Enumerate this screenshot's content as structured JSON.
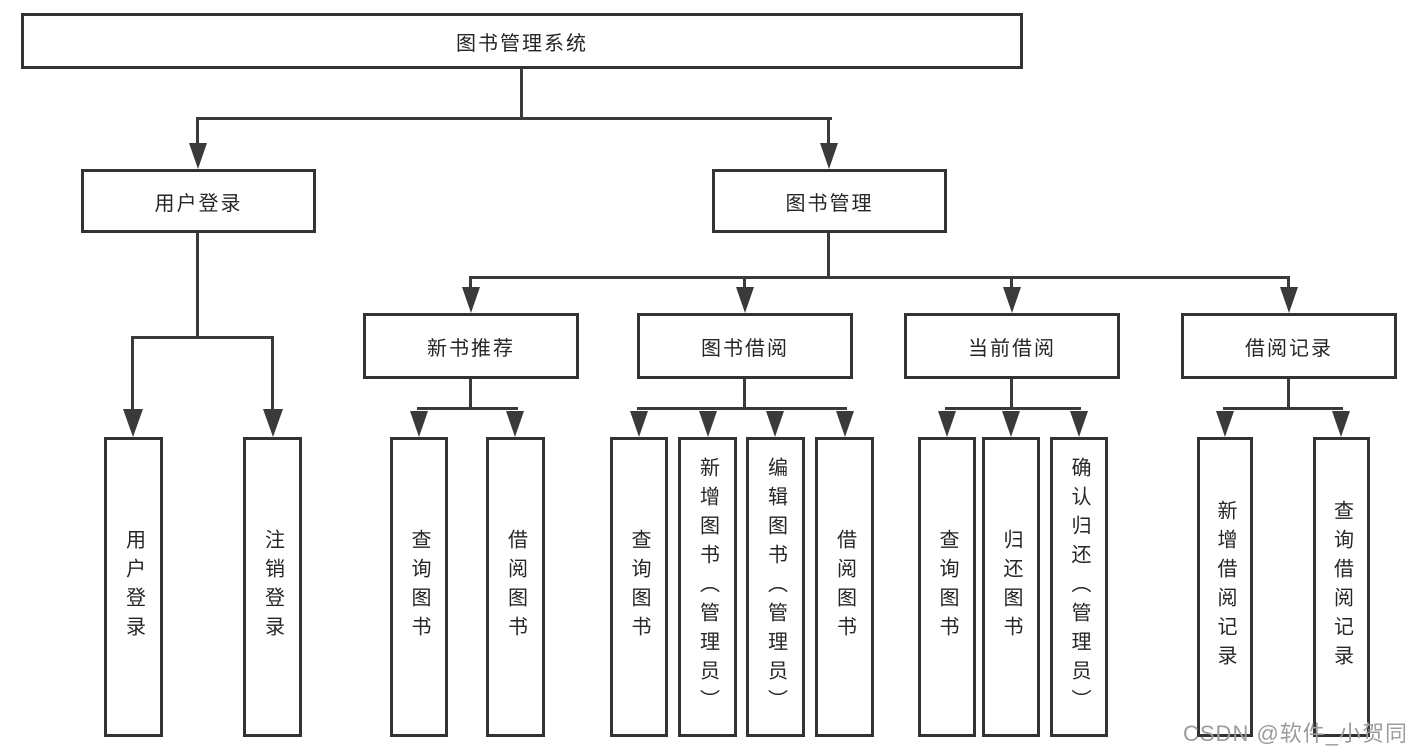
{
  "diagram_title": "图书管理系统",
  "nodes": {
    "root": {
      "label": "图书管理系统"
    },
    "user_login": {
      "label": "用户登录"
    },
    "book_mgmt": {
      "label": "图书管理"
    },
    "new_book_rec": {
      "label": "新书推荐"
    },
    "book_borrow": {
      "label": "图书借阅"
    },
    "current_borrow": {
      "label": "当前借阅"
    },
    "borrow_record": {
      "label": "借阅记录"
    },
    "leaf_login": {
      "label": "用户登录"
    },
    "leaf_logout": {
      "label": "注销登录"
    },
    "leaf_rec_query": {
      "label": "查询图书"
    },
    "leaf_rec_borrow": {
      "label": "借阅图书"
    },
    "leaf_bor_query": {
      "label": "查询图书"
    },
    "leaf_bor_add": {
      "label": "新增图书（管理员）"
    },
    "leaf_bor_edit": {
      "label": "编辑图书（管理员）"
    },
    "leaf_bor_borrow": {
      "label": "借阅图书"
    },
    "leaf_cur_query": {
      "label": "查询图书"
    },
    "leaf_cur_return": {
      "label": "归还图书"
    },
    "leaf_cur_confirm": {
      "label": "确认归还（管理员）"
    },
    "leaf_his_add": {
      "label": "新增借阅记录"
    },
    "leaf_his_query": {
      "label": "查询借阅记录"
    }
  },
  "structure": {
    "图书管理系统": {
      "用户登录": [
        "用户登录",
        "注销登录"
      ],
      "图书管理": {
        "新书推荐": [
          "查询图书",
          "借阅图书"
        ],
        "图书借阅": [
          "查询图书",
          "新增图书（管理员）",
          "编辑图书（管理员）",
          "借阅图书"
        ],
        "当前借阅": [
          "查询图书",
          "归还图书",
          "确认归还（管理员）"
        ],
        "借阅记录": [
          "新增借阅记录",
          "查询借阅记录"
        ]
      }
    }
  },
  "watermark": {
    "text": "CSDN @软件_小贺同学"
  },
  "colors": {
    "background": "#ffffff",
    "box_border": "#333333",
    "connector_line": "#3a3a3a",
    "text": "#262626",
    "watermark_text": "#9c9c9c"
  }
}
